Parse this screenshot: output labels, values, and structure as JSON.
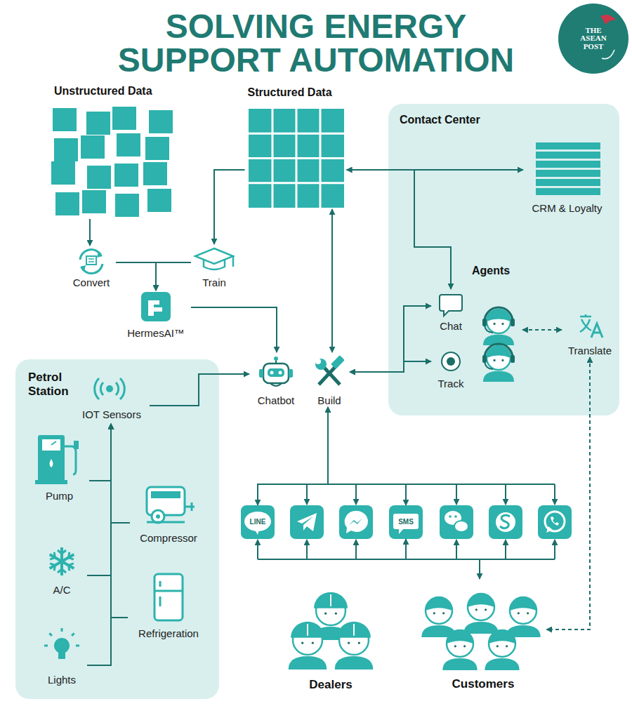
{
  "diagram": {
    "title": "SOLVING ENERGY SUPPORT AUTOMATION",
    "nodes": [
      {
        "text": [
          "THE ASEAN POST"
        ]
      },
      {
        "text": [
          "Unstructured Data"
        ]
      },
      {
        "text": [
          "Structured Data"
        ]
      },
      {
        "text": [
          "Contact Center"
        ]
      },
      {
        "text": [
          "CRM & Loyalty"
        ],
        "in": 3
      },
      {
        "text": [
          "Convert"
        ]
      },
      {
        "text": [
          "Train"
        ]
      },
      {
        "text": [
          "Agents"
        ],
        "in": 3
      },
      {
        "text": [
          "Chat"
        ],
        "in": 3
      },
      {
        "text": [
          "Track"
        ],
        "in": 3
      },
      {
        "text": [
          "Translate"
        ],
        "in": 3
      },
      {
        "text": [
          "HermesAI™"
        ]
      },
      {
        "text": [
          "Petrol Station"
        ]
      },
      {
        "text": [
          "IOT Sensors"
        ],
        "in": 12
      },
      {
        "text": [
          "Chatbot"
        ]
      },
      {
        "text": [
          "Build"
        ]
      },
      {
        "text": [
          "Pump"
        ],
        "in": 12
      },
      {
        "text": [
          "Compressor"
        ],
        "in": 12
      },
      {
        "text": [
          "A/C"
        ],
        "in": 12
      },
      {
        "text": [
          "Refrigeration"
        ],
        "in": 12
      },
      {
        "text": [
          "Lights"
        ],
        "in": 12
      },
      {
        "text": [
          "LINE"
        ]
      },
      {
        "text": [
          "SMS"
        ]
      },
      {
        "text": [
          "Dealers"
        ]
      },
      {
        "text": [
          "Customers"
        ]
      }
    ],
    "edges": [
      {
        "from": 1,
        "to": 5,
        "arrow": "to"
      },
      {
        "from": 2,
        "to": 6,
        "arrow": "to"
      },
      {
        "from": 5,
        "to": 11,
        "arrow": "to"
      },
      {
        "from": 6,
        "to": 11,
        "arrow": "to"
      },
      {
        "from": 11,
        "to": 14,
        "arrow": "to"
      },
      {
        "from": 15,
        "to": 2,
        "arrow": "both"
      },
      {
        "from": 2,
        "to": 4,
        "arrow": "both"
      },
      {
        "from": 2,
        "to": 8,
        "arrow": "to"
      },
      {
        "from": 15,
        "to": 8,
        "arrow": "both"
      },
      {
        "from": 15,
        "to": 9,
        "arrow": "both"
      },
      {
        "from": 7,
        "to": 10,
        "arrow": "both"
      },
      {
        "from": 13,
        "to": 14,
        "arrow": "to"
      },
      {
        "from": 16,
        "to": 13,
        "arrow": "to"
      },
      {
        "from": 17,
        "to": 13,
        "arrow": "to"
      },
      {
        "from": 18,
        "to": 13,
        "arrow": "to"
      },
      {
        "from": 19,
        "to": 13,
        "arrow": "to"
      },
      {
        "from": 20,
        "to": 13,
        "arrow": "to"
      },
      {
        "from": 15,
        "to": 21,
        "arrow": "both"
      },
      {
        "from": 15,
        "to": 22,
        "arrow": "both"
      },
      {
        "from": 22,
        "to": 24,
        "arrow": "both"
      },
      {
        "from": 10,
        "to": 24,
        "arrow": "both"
      }
    ]
  }
}
